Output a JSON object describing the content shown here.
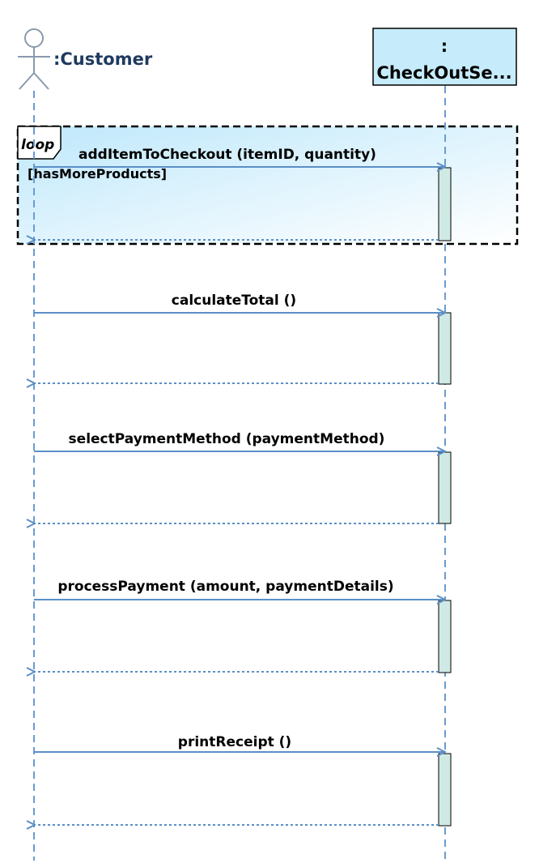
{
  "diagram": {
    "participants": [
      {
        "id": "customer",
        "kind": "actor",
        "label": ":Customer"
      },
      {
        "id": "checkout",
        "kind": "object",
        "label_line1": ":",
        "label_line2": "CheckOutSe..."
      }
    ],
    "loop_frame": {
      "operator": "loop",
      "guard": "[hasMoreProducts]"
    },
    "messages": [
      {
        "label": "addItemToCheckout (itemID, quantity)"
      },
      {
        "label": "calculateTotal ()"
      },
      {
        "label": "selectPaymentMethod (paymentMethod)"
      },
      {
        "label": "processPayment (amount, paymentDetails)"
      },
      {
        "label": "printReceipt ()"
      }
    ]
  },
  "colors": {
    "lifeline": "#6b9bd1",
    "message": "#5b8fc7",
    "activation_fill": "#cfe9e4",
    "object_fill": "#c6ecfb",
    "actor": "#8a9aad",
    "actor_label": "#1f3a5f"
  }
}
